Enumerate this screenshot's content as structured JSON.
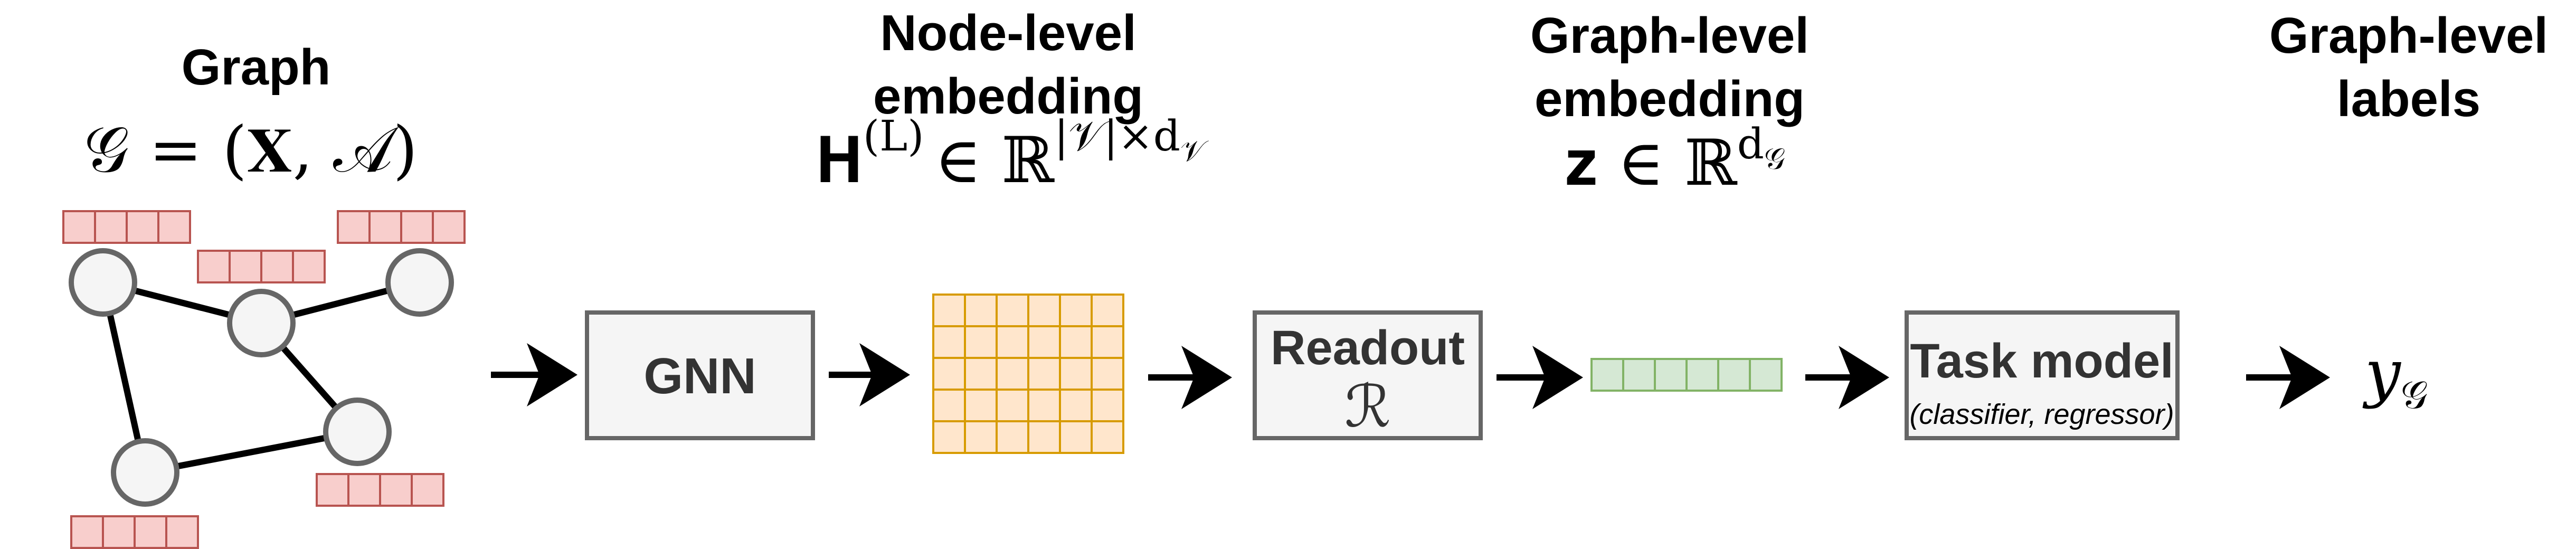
{
  "columns": {
    "graph": {
      "title": "Graph",
      "formula": "𝒢 = (𝐗, 𝒜)"
    },
    "node_level": {
      "title_line1": "Node-level",
      "title_line2": "embedding",
      "formula_base": "𝐇",
      "formula_sup": "(L)",
      "formula_rest": "∈ ℝ",
      "formula_rest_sup": "|𝒱|×d",
      "formula_rest_sup_sub": "𝒱"
    },
    "graph_level": {
      "title_line1": "Graph-level",
      "title_line2": "embedding",
      "formula_base": "𝐳 ∈ ℝ",
      "formula_sup": "d",
      "formula_sup_sub": "𝒢"
    },
    "labels": {
      "title_line1": "Graph-level",
      "title_line2": "labels",
      "symbol": "y",
      "symbol_sub": "𝒢"
    }
  },
  "boxes": {
    "gnn": {
      "label": "GNN"
    },
    "readout": {
      "label": "Readout",
      "symbol": "ℛ"
    },
    "task_model": {
      "label": "Task model",
      "sublabel": "(classifier, regressor)"
    }
  },
  "colors": {
    "node_feature_fill": "#f8cecc",
    "node_feature_stroke": "#b85450",
    "node_matrix_fill": "#ffe6cc",
    "node_matrix_stroke": "#d79b00",
    "graph_vector_fill": "#d5e8d4",
    "graph_vector_stroke": "#82b366",
    "box_fill": "#f5f5f5",
    "box_stroke": "#666666",
    "node_fill": "#f5f5f5",
    "node_stroke": "#666666"
  },
  "graph": {
    "node_count": 5,
    "feature_cells_per_node": 4,
    "edges": [
      [
        0,
        1
      ],
      [
        1,
        2
      ],
      [
        1,
        3
      ],
      [
        0,
        4
      ],
      [
        4,
        3
      ]
    ]
  },
  "node_matrix": {
    "rows": 5,
    "cols": 6
  },
  "graph_vector": {
    "cells": 6
  }
}
